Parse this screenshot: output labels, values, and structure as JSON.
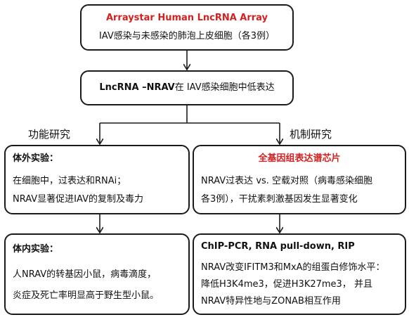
{
  "box1": {
    "title": "Arraystar Human LncRNA Array",
    "text": "IAV感染与未感染的肺泡上皮细胞（各3例）"
  },
  "box2": {
    "text_bold": "LncRNA –NRAV",
    "text_rest": "在 IAV感染细胞中低表达"
  },
  "branch_left": "功能研究",
  "branch_right": "机制研究",
  "box3": {
    "title": "体外实验：",
    "line1": "在细胞中，过表达和RNAi；",
    "line2": "NRAV显著促进IAV的复制及毒力"
  },
  "box4": {
    "title": "全基因组表达谱芯片",
    "line1": "NRAV过表达 vs. 空载对照（病毒感染细胞",
    "line2": "各3例），干扰素刺激基因发生显著变化"
  },
  "box5": {
    "title": "体内实验：",
    "line1": "人NRAV的转基因小鼠，病毒滴度，",
    "line2": "炎症及死亡率明显高于野生型小鼠。"
  },
  "box6": {
    "title": "ChIP-PCR, RNA pull-down, RIP",
    "line1": "NRAV改变IFITM3和MxA的组蛋白修饰水平：",
    "line2": "降低H3K4me3，促进H3K27me3， 并且",
    "line3": "NRAV特异性地与ZONAB相互作用"
  },
  "colors": {
    "title_red": "#d42020",
    "border": "#1a1a1a"
  }
}
